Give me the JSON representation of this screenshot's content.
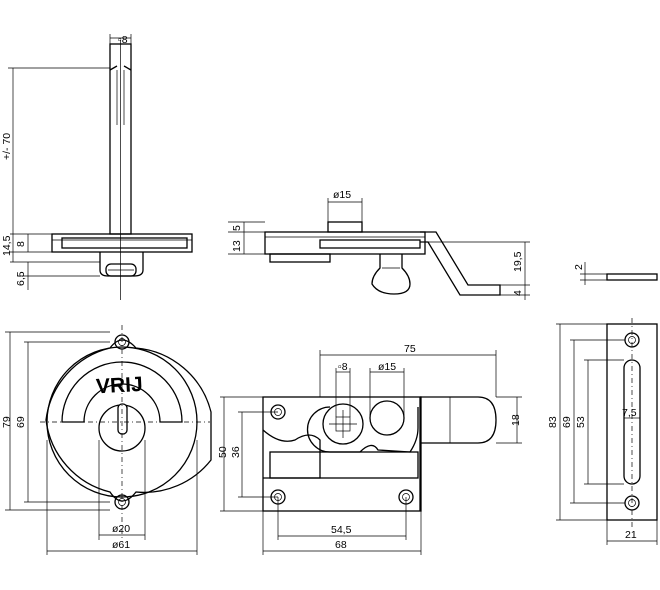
{
  "labels": {
    "side_width": "▫8",
    "side_height": "+/- 70",
    "side_plate": "14,5",
    "side_plate_inner": "8",
    "side_bottom": "6,5",
    "top_diam": "ø15",
    "top_5": "5",
    "top_13": "13",
    "top_19_5": "19,5",
    "top_4": "4",
    "plate_2": "2",
    "round_79": "79",
    "round_69": "69",
    "round_d20": "ø20",
    "round_d61": "ø61",
    "round_text": "VRIJ",
    "lock_75": "75",
    "lock_sq8": "▫8",
    "lock_d15": "ø15",
    "lock_18": "18",
    "lock_50": "50",
    "lock_36": "36",
    "lock_54_5": "54,5",
    "lock_68": "68",
    "keep_83": "83",
    "keep_69": "69",
    "keep_53": "53",
    "keep_7_5": "7,5",
    "keep_21": "21"
  }
}
